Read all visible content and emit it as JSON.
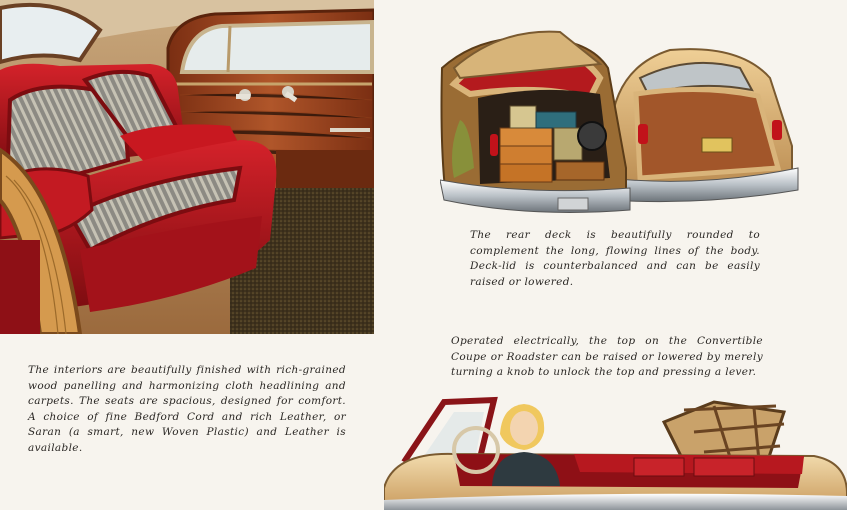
{
  "captions": {
    "rear_deck": "The rear deck is beautifully rounded to complement the long, flowing lines of the body. Deck-lid is counterbalanced and can be easily raised or lowered.",
    "interiors": "The interiors are beautifully finished with rich-grained wood panelling and harmonizing cloth headlining and carpets. The seats are spacious, designed for comfort. A choice of fine Bedford Cord and rich Leather, or Saran (a smart, new Woven Plastic) and Leather is available.",
    "convertible_top": "Operated electrically, the top on the Convertible Coupe or Roadster can be raised or lowered by merely turning a knob to unlock the top and pressing a lever."
  },
  "colors": {
    "paper": "#f7f4ee",
    "leather_red": "#b3141a",
    "wood_tan": "#c98b4a",
    "carpet": "#4a3b22",
    "body_cream": "#d9b47a"
  }
}
